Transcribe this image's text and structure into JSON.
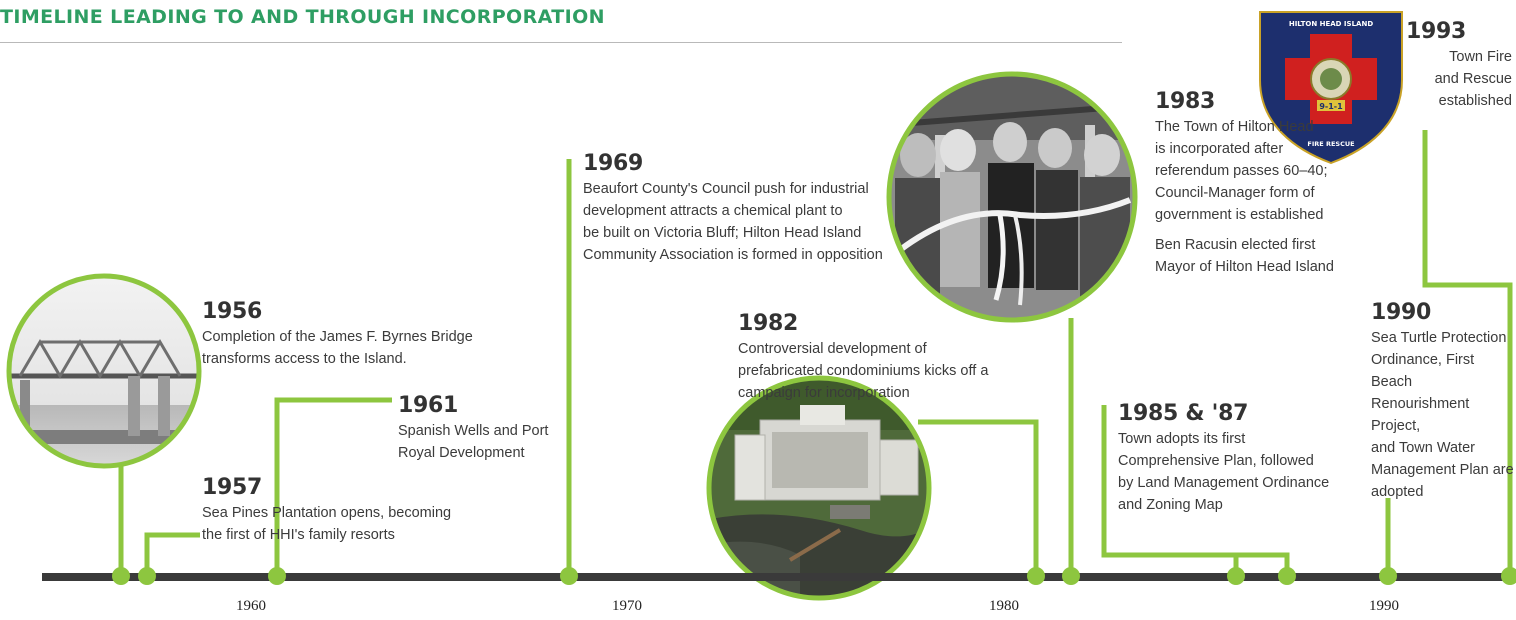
{
  "title": "TIMELINE LEADING TO AND THROUGH INCORPORATION",
  "colors": {
    "accent": "#8dc63f",
    "title": "#2e9e63",
    "axis": "#3a3a3a"
  },
  "axis_labels": [
    "1960",
    "1970",
    "1980",
    "1990"
  ],
  "events": [
    {
      "id": "1956",
      "year": "1956",
      "text": "Completion of the James F. Byrnes Bridge\ntransforms access to the Island."
    },
    {
      "id": "1957",
      "year": "1957",
      "text": "Sea Pines Plantation opens, becoming\nthe first of HHI's family resorts"
    },
    {
      "id": "1961",
      "year": "1961",
      "text": "Spanish Wells and Port\nRoyal Development"
    },
    {
      "id": "1969",
      "year": "1969",
      "text": "Beaufort County's Council push for industrial\ndevelopment attracts a chemical plant to\nbe built on Victoria Bluff; Hilton Head Island\nCommunity Association is formed in opposition"
    },
    {
      "id": "1982",
      "year": "1982",
      "text": "Controversial development of\nprefabricated condominiums kicks off a\ncampaign for incorporation"
    },
    {
      "id": "1983",
      "year": "1983",
      "text": "The Town of Hilton Head\nis incorporated after\nreferendum passes 60–40;\nCouncil-Manager form of\ngovernment is established",
      "text2": "Ben Racusin elected first\nMayor of Hilton Head Island"
    },
    {
      "id": "1985-87",
      "year": "1985 & '87",
      "text": "Town adopts its first\nComprehensive Plan, followed\nby Land Management Ordinance\nand Zoning Map"
    },
    {
      "id": "1990",
      "year": "1990",
      "text": "Sea Turtle Protection\nOrdinance, First Beach\nRenourishment Project,\nand Town Water\nManagement Plan are\nadopted"
    },
    {
      "id": "1993",
      "year": "1993",
      "text": "Town Fire\nand Rescue\nestablished"
    }
  ],
  "badge": {
    "top_text": "HILTON HEAD ISLAND",
    "bottom_text": "FIRE RESCUE",
    "center_text": "9-1-1"
  }
}
